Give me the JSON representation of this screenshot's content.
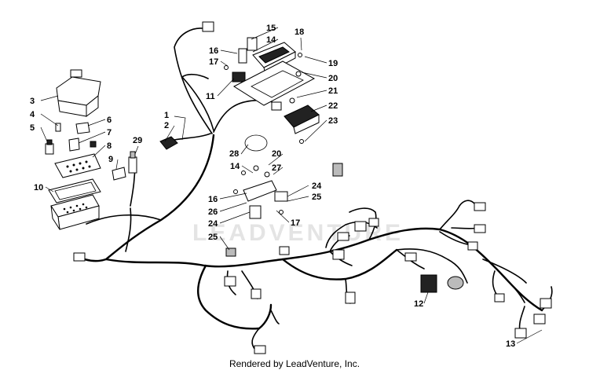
{
  "watermark": "LEADVENTURE",
  "footer": "Rendered by LeadVenture, Inc.",
  "callouts": [
    "1",
    "2",
    "3",
    "4",
    "5",
    "6",
    "7",
    "8",
    "9",
    "10",
    "11",
    "12",
    "13",
    "14",
    "14",
    "15",
    "16",
    "16",
    "17",
    "17",
    "18",
    "19",
    "20",
    "20",
    "21",
    "22",
    "23",
    "24",
    "24",
    "25",
    "25",
    "26",
    "27",
    "28",
    "29"
  ]
}
